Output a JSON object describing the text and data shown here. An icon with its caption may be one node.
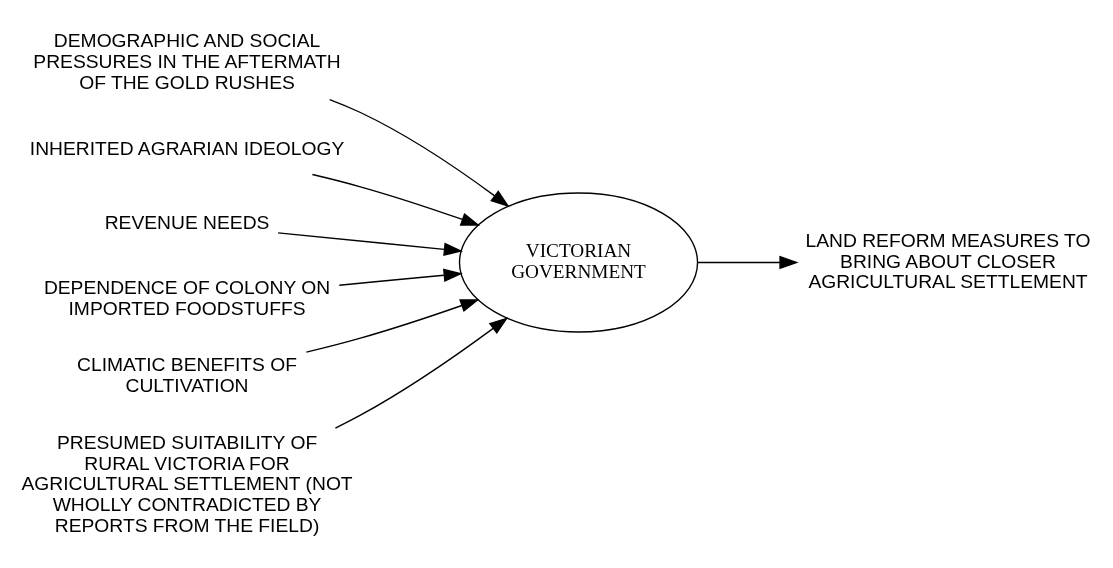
{
  "diagram": {
    "nodes": [
      {
        "text": [
          "VICTORIAN GOVERNMENT"
        ]
      },
      {
        "text": [
          "DEMOGRAPHIC AND SOCIAL PRESSURES IN THE AFTERMATH OF THE GOLD RUSHES"
        ]
      },
      {
        "text": [
          "INHERITED AGRARIAN IDEOLOGY"
        ]
      },
      {
        "text": [
          "REVENUE NEEDS"
        ]
      },
      {
        "text": [
          "DEPENDENCE OF COLONY ON IMPORTED FOODSTUFFS"
        ]
      },
      {
        "text": [
          "CLIMATIC BENEFITS OF CULTIVATION"
        ]
      },
      {
        "text": [
          "PRESUMED SUITABILITY OF RURAL VICTORIA FOR AGRICULTURAL SETTLEMENT (NOT WHOLLY CONTRADICTED BY REPORTS FROM THE FIELD)"
        ]
      },
      {
        "text": [
          "LAND REFORM MEASURES TO BRING ABOUT CLOSER AGRICULTURAL SETTLEMENT"
        ]
      }
    ],
    "edges": [
      {
        "from": 1,
        "to": 0,
        "arrow": "to"
      },
      {
        "from": 2,
        "to": 0,
        "arrow": "to"
      },
      {
        "from": 3,
        "to": 0,
        "arrow": "to"
      },
      {
        "from": 4,
        "to": 0,
        "arrow": "to"
      },
      {
        "from": 5,
        "to": 0,
        "arrow": "to"
      },
      {
        "from": 6,
        "to": 0,
        "arrow": "to"
      },
      {
        "from": 0,
        "to": 7,
        "arrow": "to"
      }
    ]
  }
}
